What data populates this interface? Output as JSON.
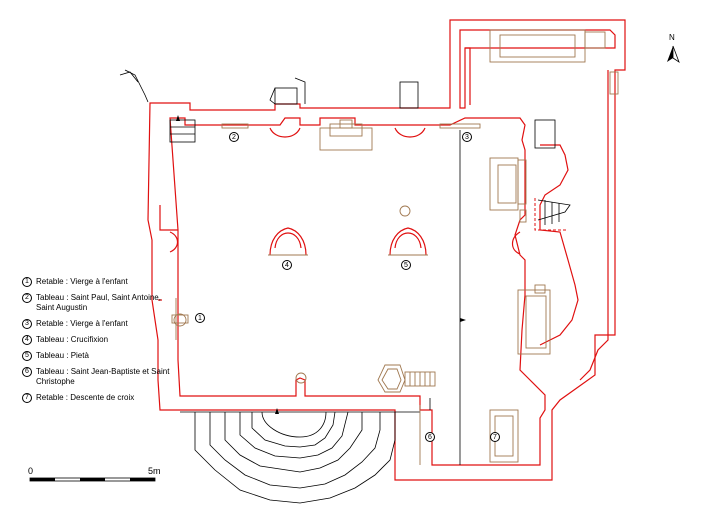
{
  "legend": [
    {
      "num": "1",
      "text": "Retable : Vierge à l'enfant"
    },
    {
      "num": "2",
      "text": "Tableau : Saint Paul, Saint Antoine, Saint Augustin"
    },
    {
      "num": "3",
      "text": "Retable : Vierge à l'enfant"
    },
    {
      "num": "4",
      "text": "Tableau : Crucifixion"
    },
    {
      "num": "5",
      "text": "Tableau : Pietà"
    },
    {
      "num": "6",
      "text": "Tableau : Saint Jean-Baptiste et Saint Christophe"
    },
    {
      "num": "7",
      "text": "Retable : Descente de croix"
    }
  ],
  "scale": {
    "start": "0",
    "end": "5m"
  },
  "north_label": "N",
  "markers": [
    "2",
    "3",
    "4",
    "5",
    "1",
    "6",
    "7"
  ],
  "colors": {
    "wall": "#e01010",
    "furniture": "#a07850",
    "line": "#000000"
  }
}
